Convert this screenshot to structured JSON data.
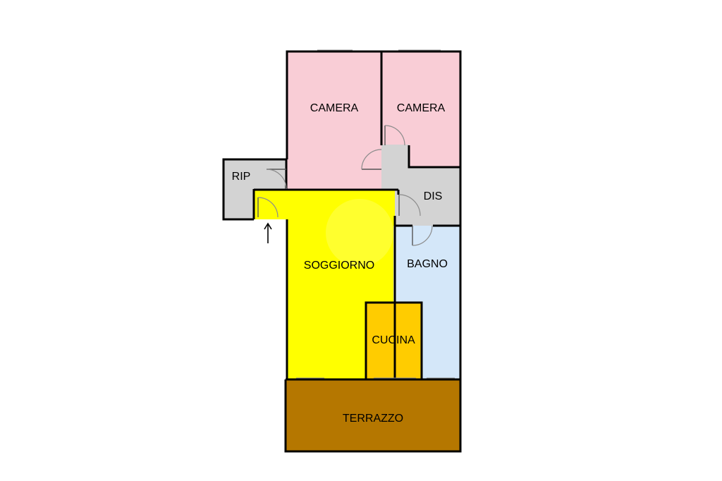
{
  "colors": {
    "camera": "#f9cdd6",
    "rip": "#d3d3d3",
    "dis": "#d3d3d3",
    "soggiorno": "#ffff00",
    "bagno": "#d4e7f9",
    "cucina": "#ffcc00",
    "terrazzo": "#b57700",
    "walls": "#000000"
  },
  "rooms": {
    "camera_left": "CAMERA",
    "camera_right": "CAMERA",
    "rip": "RIP",
    "dis": "DIS",
    "soggiorno": "SOGGIORNO",
    "bagno": "BAGNO",
    "cucina": "CUCINA",
    "terrazzo": "TERRAZZO"
  },
  "icons": {
    "entrance": "arrow-up-icon"
  }
}
